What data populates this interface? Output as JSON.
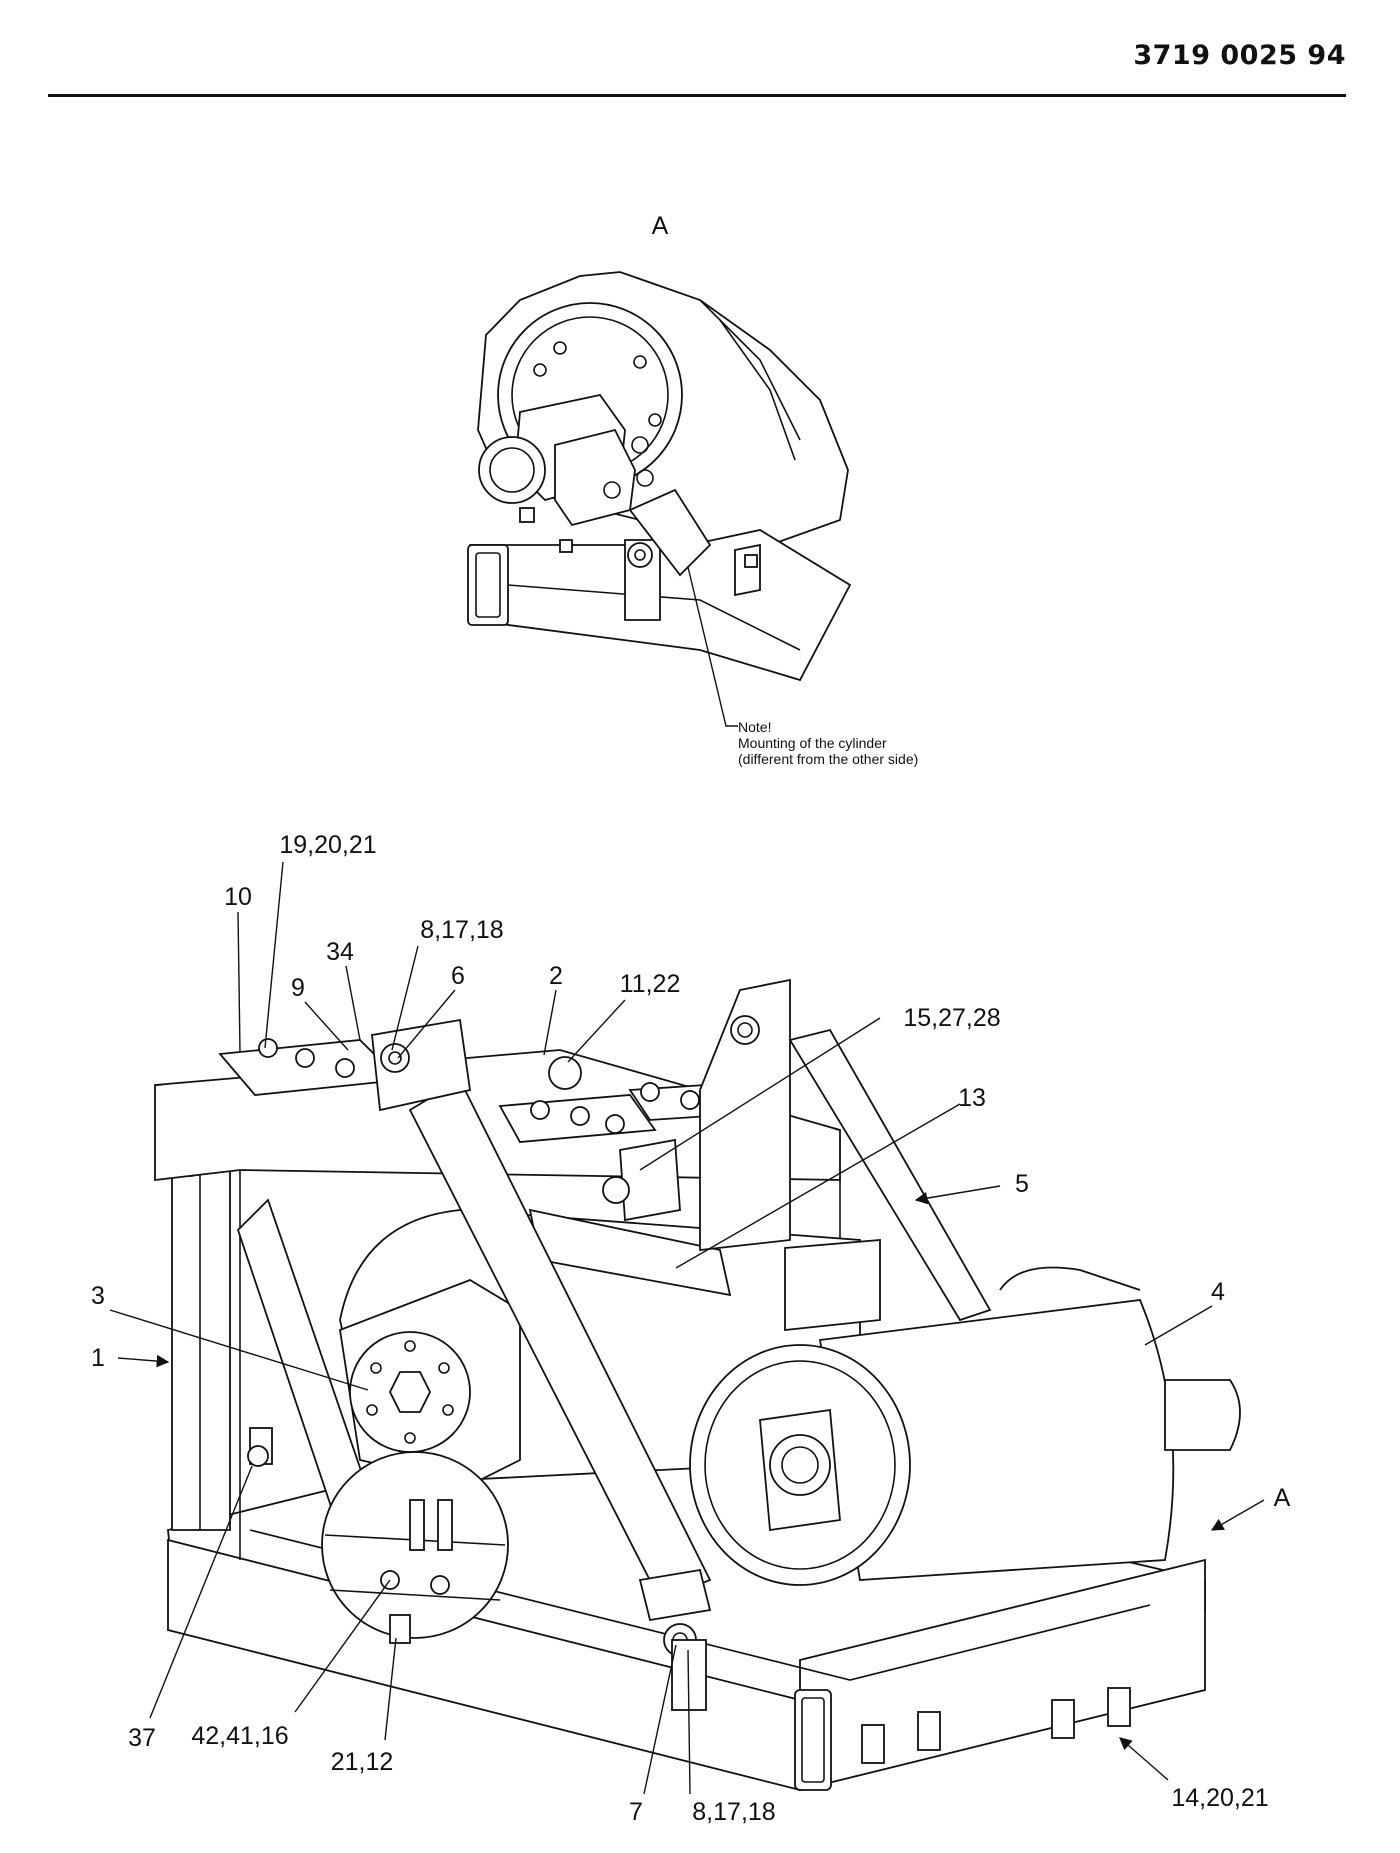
{
  "document": {
    "number": "3719 0025 94"
  },
  "detail_view": {
    "label": "A",
    "note_title": "Note!",
    "note_line1": "Mounting of the cylinder",
    "note_line2": "(different from the other side)"
  },
  "callouts": [
    "19,20,21",
    "10",
    "8,17,18",
    "34",
    "9",
    "6",
    "2",
    "11,22",
    "15,27,28",
    "13",
    "5",
    "4",
    "3",
    "1",
    "A",
    "37",
    "42,41,16",
    "21,12",
    "7",
    "8,17,18",
    "14,20,21"
  ]
}
